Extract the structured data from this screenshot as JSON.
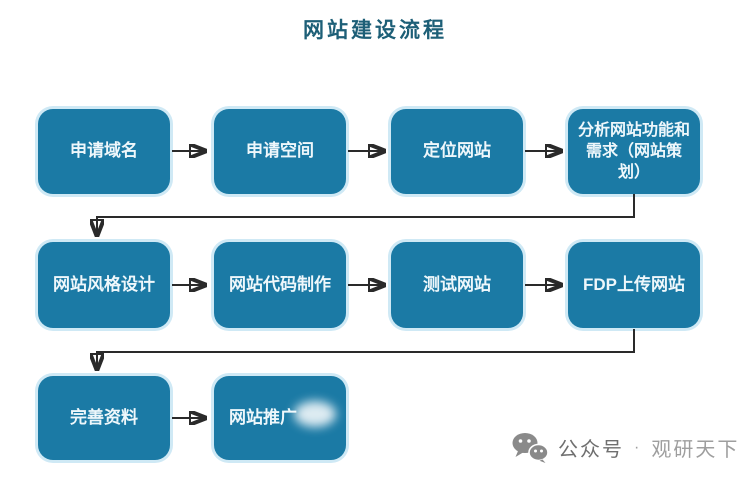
{
  "title": "网站建设流程",
  "flow": {
    "rows": [
      {
        "boxes": [
          {
            "label": "申请域名"
          },
          {
            "label": "申请空间"
          },
          {
            "label": "定位网站"
          },
          {
            "label": "分析网站功能和需求（网站策划）"
          }
        ]
      },
      {
        "boxes": [
          {
            "label": "网站风格设计"
          },
          {
            "label": "网站代码制作"
          },
          {
            "label": "测试网站"
          },
          {
            "label": "FDP上传网站"
          }
        ]
      },
      {
        "boxes": [
          {
            "label": "完善资料"
          },
          {
            "label": "网站推广"
          }
        ]
      }
    ]
  },
  "footer": {
    "icon": "wechat-icon",
    "account_type": "公众号",
    "separator": "·",
    "account_name": "观研天下"
  },
  "colors": {
    "box_fill": "#1b7aa5",
    "box_glow": "#cfe9f5",
    "box_text": "#eef7fb",
    "title_color": "#1d5f77",
    "line_color": "#2a2a2a",
    "footer_primary": "#6f6f6f",
    "footer_secondary": "#9e9e9e",
    "icon_gray": "#8a8a8a"
  }
}
